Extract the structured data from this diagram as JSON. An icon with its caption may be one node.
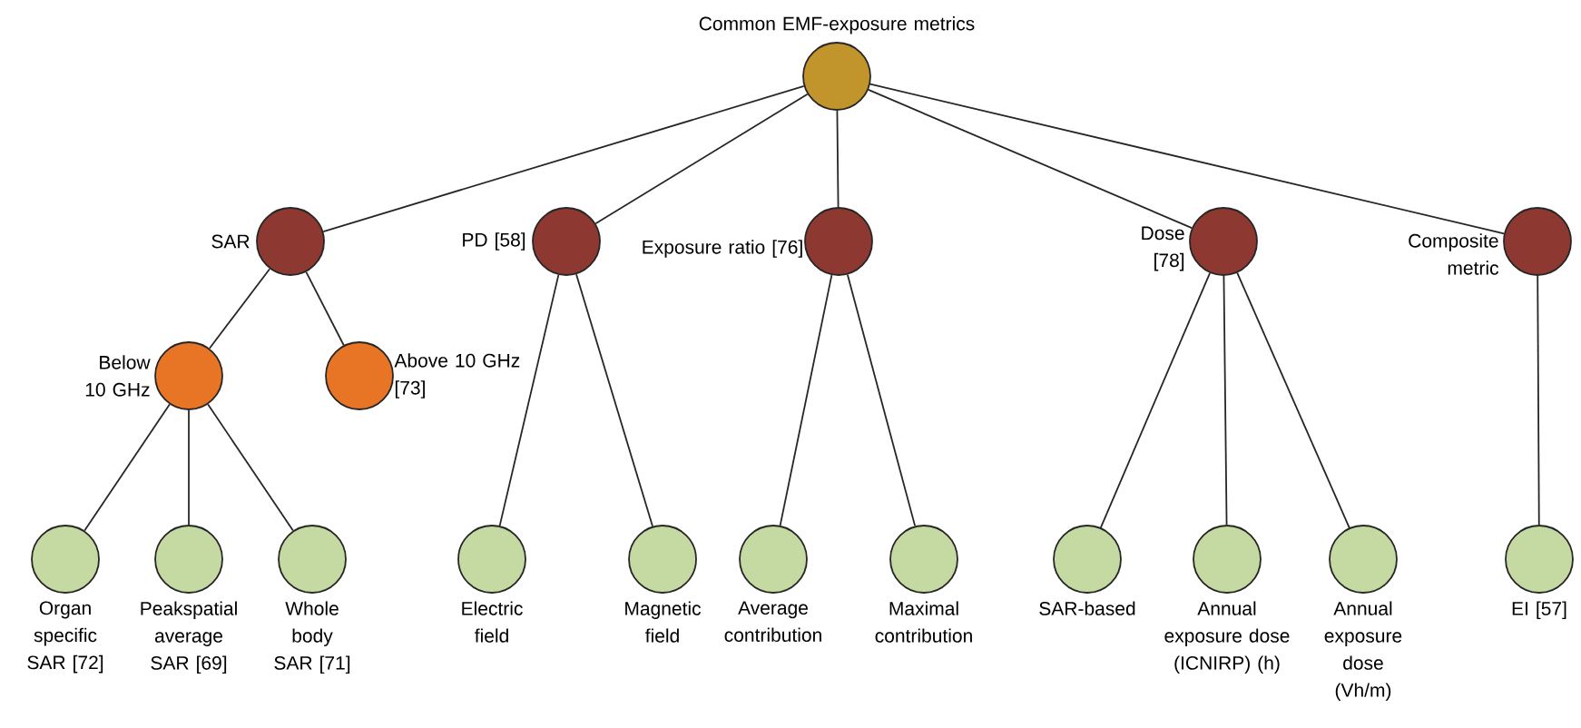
{
  "diagram": {
    "nodes": [
      {
        "text": [
          "Common EMF-exposure metrics"
        ]
      },
      {
        "text": [
          "SAR"
        ]
      },
      {
        "text": [
          "PD [58]"
        ]
      },
      {
        "text": [
          "Exposure ratio [76]"
        ]
      },
      {
        "text": [
          "Dose [78]"
        ]
      },
      {
        "text": [
          "Composite metric"
        ]
      },
      {
        "text": [
          "Below 10 GHz"
        ]
      },
      {
        "text": [
          "Above 10 GHz [73]"
        ]
      },
      {
        "text": [
          "Organ specific SAR [72]"
        ]
      },
      {
        "text": [
          "Peakspatial average SAR [69]"
        ]
      },
      {
        "text": [
          "Whole body SAR [71]"
        ]
      },
      {
        "text": [
          "Electric field"
        ]
      },
      {
        "text": [
          "Magnetic field"
        ]
      },
      {
        "text": [
          "Average contribution"
        ]
      },
      {
        "text": [
          "Maximal contribution"
        ]
      },
      {
        "text": [
          "SAR-based"
        ]
      },
      {
        "text": [
          "Annual exposure dose (ICNIRP) (h)"
        ]
      },
      {
        "text": [
          "Annual exposure dose (Vh/m)"
        ]
      },
      {
        "text": [
          "EI [57]"
        ]
      }
    ],
    "edges": [
      {
        "from": 0,
        "to": 1,
        "arrow": "none"
      },
      {
        "from": 0,
        "to": 2,
        "arrow": "none"
      },
      {
        "from": 0,
        "to": 3,
        "arrow": "none"
      },
      {
        "from": 0,
        "to": 4,
        "arrow": "none"
      },
      {
        "from": 0,
        "to": 5,
        "arrow": "none"
      },
      {
        "from": 1,
        "to": 6,
        "arrow": "none"
      },
      {
        "from": 1,
        "to": 7,
        "arrow": "none"
      },
      {
        "from": 6,
        "to": 8,
        "arrow": "none"
      },
      {
        "from": 6,
        "to": 9,
        "arrow": "none"
      },
      {
        "from": 6,
        "to": 10,
        "arrow": "none"
      },
      {
        "from": 2,
        "to": 11,
        "arrow": "none"
      },
      {
        "from": 2,
        "to": 12,
        "arrow": "none"
      },
      {
        "from": 3,
        "to": 13,
        "arrow": "none"
      },
      {
        "from": 3,
        "to": 14,
        "arrow": "none"
      },
      {
        "from": 4,
        "to": 15,
        "arrow": "none"
      },
      {
        "from": 4,
        "to": 16,
        "arrow": "none"
      },
      {
        "from": 4,
        "to": 17,
        "arrow": "none"
      },
      {
        "from": 5,
        "to": 18,
        "arrow": "none"
      }
    ]
  }
}
